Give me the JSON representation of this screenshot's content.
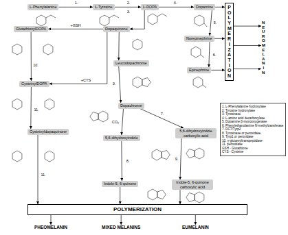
{
  "diagram": {
    "nodes": [
      {
        "text": [
          "L-Phenylalanine"
        ]
      },
      {
        "text": [
          "L-Tyrosine"
        ]
      },
      {
        "text": [
          "L-DOPA"
        ]
      },
      {
        "text": [
          "Dopamine"
        ]
      },
      {
        "text": [
          "POLYMERIZATION"
        ]
      },
      {
        "text": [
          "NEUROMELANIN"
        ]
      },
      {
        "text": [
          "GlutathionylDOPA"
        ]
      },
      {
        "text": [
          "Dopaquinone"
        ]
      },
      {
        "text": [
          "Norepinephrine"
        ]
      },
      {
        "text": [
          "Leucodopachrome"
        ]
      },
      {
        "text": [
          "Epinephrine"
        ]
      },
      {
        "text": [
          "CysteinylDOPA"
        ]
      },
      {
        "text": [
          "Dopachrome"
        ]
      },
      {
        "text": [
          "1. L-Phenylalanine hydroxylase",
          "2. Tyrosine hydroxylase",
          "3. Tyrosinase",
          "4. L-amino acid decarboxylase",
          "5. Dopamine β-monooxygenase",
          "6. Phenylethanolamine N-methyltransferase",
          "7. DCT/Tyrp2",
          "8. Tyrosinase or peroxidase",
          "9. Tyrp1 or peroxidase",
          "10. γ-glutamyltranspeptidase",
          "11. peroxidase",
          "GSH - Glutathione",
          "CYS - Cysteine"
        ]
      },
      {
        "text": [
          "Cysteinyldopaquinone"
        ]
      },
      {
        "text": [
          "5,6-dihydroxyindole"
        ]
      },
      {
        "text": [
          "5,6-dihydroxyindole carboxylic acid"
        ]
      },
      {
        "text": [
          "Indole-5, 6-quinone"
        ]
      },
      {
        "text": [
          "Indole-5, 6-quinone carboxylic acid"
        ]
      },
      {
        "text": [
          "POLYMERIZATION"
        ]
      },
      {
        "text": [
          "PHEOMELANIN"
        ]
      },
      {
        "text": [
          "MIXED MELANINS"
        ]
      },
      {
        "text": [
          "EUMELANIN"
        ]
      }
    ],
    "edges": [
      {
        "from": 0,
        "to": 1,
        "arrow": "to",
        "label": "1."
      },
      {
        "from": 1,
        "to": 2,
        "arrow": "to",
        "label": "2."
      },
      {
        "from": 2,
        "to": 3,
        "arrow": "to",
        "label": "4."
      },
      {
        "from": 2,
        "to": 7,
        "arrow": "to"
      },
      {
        "from": 3,
        "to": 8,
        "arrow": "to",
        "label": "5."
      },
      {
        "from": 8,
        "to": 10,
        "arrow": "to",
        "label": "6."
      },
      {
        "from": 3,
        "to": 4,
        "arrow": "to"
      },
      {
        "from": 8,
        "to": 4,
        "arrow": "to"
      },
      {
        "from": 10,
        "to": 4,
        "arrow": "to"
      },
      {
        "from": 4,
        "to": 5,
        "arrow": "to"
      },
      {
        "from": 4,
        "to": 5,
        "arrow": "to"
      },
      {
        "from": 4,
        "to": 5,
        "arrow": "to"
      },
      {
        "from": 7,
        "to": 6,
        "arrow": "to",
        "label": "+GSH"
      },
      {
        "from": 7,
        "to": 11,
        "arrow": "to",
        "label": "+CYS"
      },
      {
        "from": 7,
        "to": 9,
        "arrow": "to"
      },
      {
        "from": 9,
        "to": 12,
        "arrow": "to",
        "label": "3."
      },
      {
        "from": 12,
        "to": 15,
        "arrow": "to",
        "label": "CO₂"
      },
      {
        "from": 12,
        "to": 16,
        "arrow": "to",
        "label": "7."
      },
      {
        "from": 15,
        "to": 17,
        "arrow": "to",
        "label": "8."
      },
      {
        "from": 16,
        "to": 18,
        "arrow": "to",
        "label": "9."
      },
      {
        "from": 6,
        "to": 11,
        "arrow": "to",
        "label": "10."
      },
      {
        "from": 11,
        "to": 14,
        "arrow": "to",
        "label": "11."
      },
      {
        "from": 14,
        "to": 19,
        "arrow": "to",
        "label": "11."
      },
      {
        "from": 17,
        "to": 19,
        "arrow": "to"
      },
      {
        "from": 18,
        "to": 19,
        "arrow": "to"
      },
      {
        "from": 19,
        "to": 20,
        "arrow": "to"
      },
      {
        "from": 19,
        "to": 21,
        "arrow": "to"
      },
      {
        "from": 19,
        "to": 22,
        "arrow": "to"
      }
    ],
    "labels": [
      "3."
    ]
  }
}
